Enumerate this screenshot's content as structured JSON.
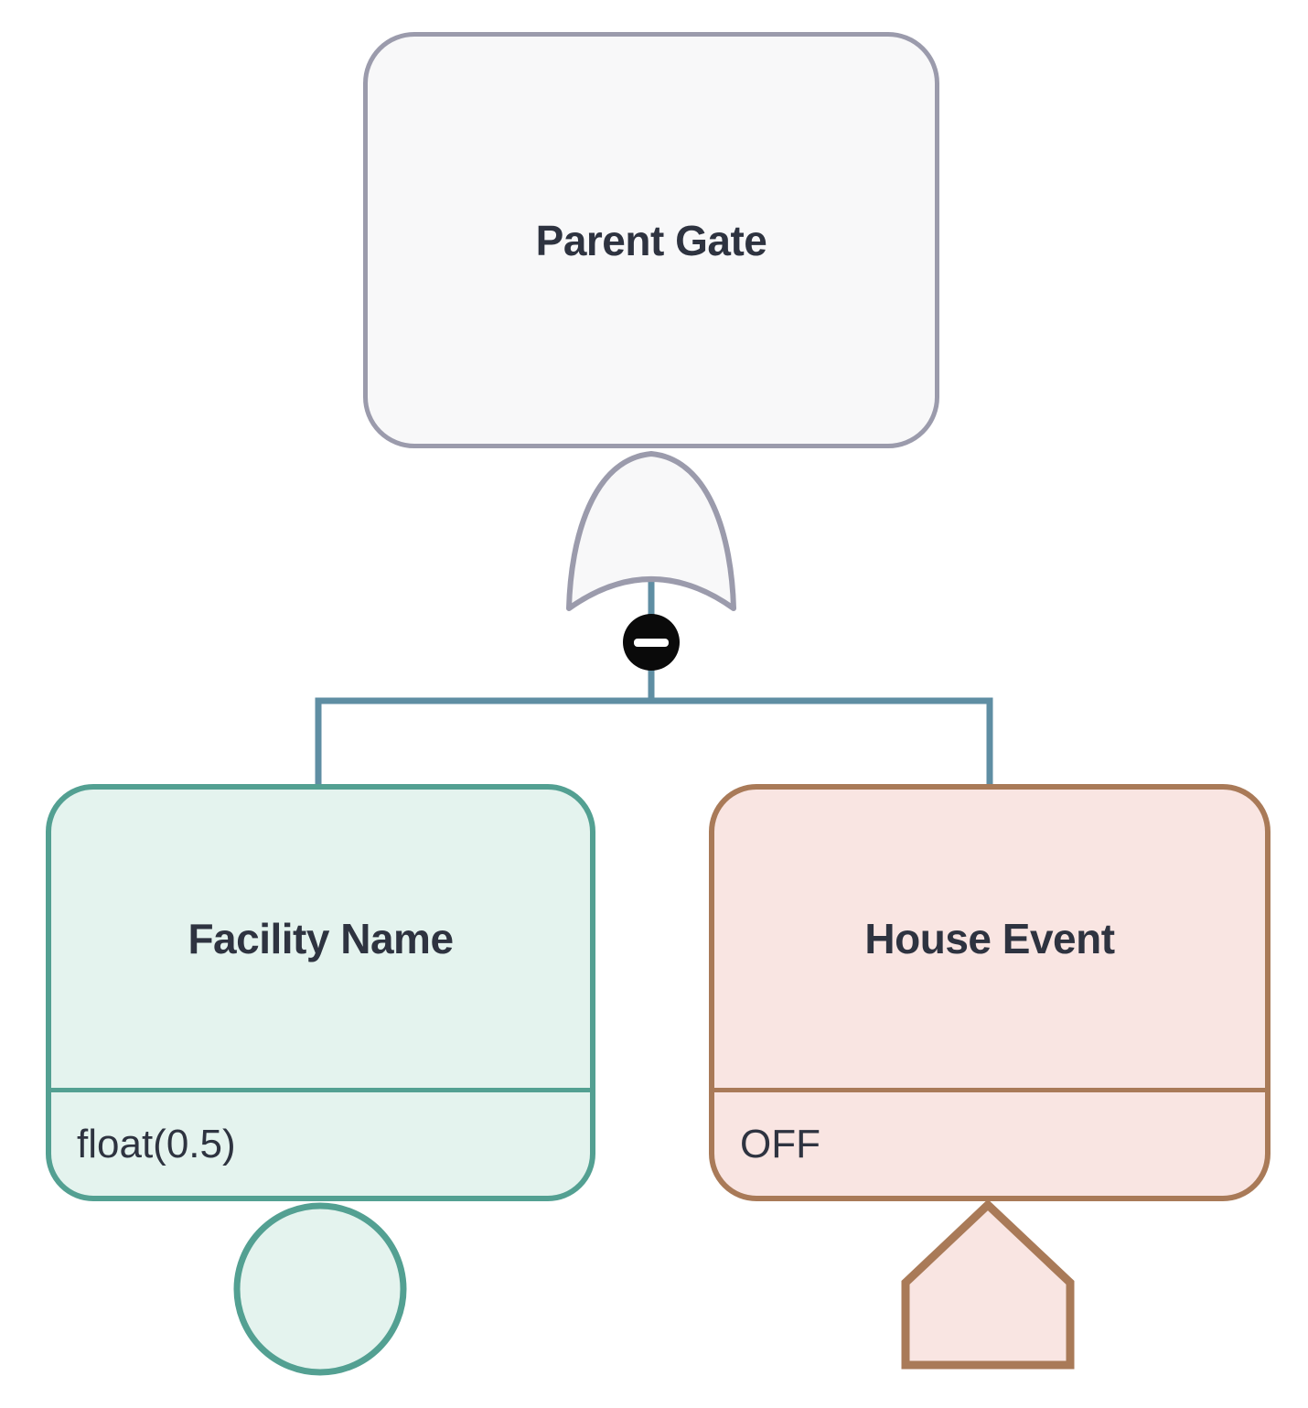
{
  "diagram": {
    "type": "fault-tree",
    "nodes": {
      "parent_gate": {
        "label": "Parent Gate",
        "gate_type": "or-gate",
        "collapse_state": "expanded"
      },
      "facility": {
        "label": "Facility Name",
        "value": "float(0.5)",
        "symbol": "basic-event-circle"
      },
      "house_event": {
        "label": "House Event",
        "value": "OFF",
        "symbol": "house-event-pentagon"
      }
    },
    "icons": {
      "collapse_button": "minus-icon"
    },
    "colors": {
      "gate-border": "#9b9bac",
      "gate-fill": "#f8f8f9",
      "teal-border": "#53a092",
      "teal-fill": "#e4f3ee",
      "brown-border": "#a97a58",
      "pink-fill": "#f9e5e2",
      "connector": "#5f8ea3",
      "collapse-bg": "#0a0a0a",
      "collapse-glyph": "#ffffff",
      "text": "#2e3340"
    }
  }
}
